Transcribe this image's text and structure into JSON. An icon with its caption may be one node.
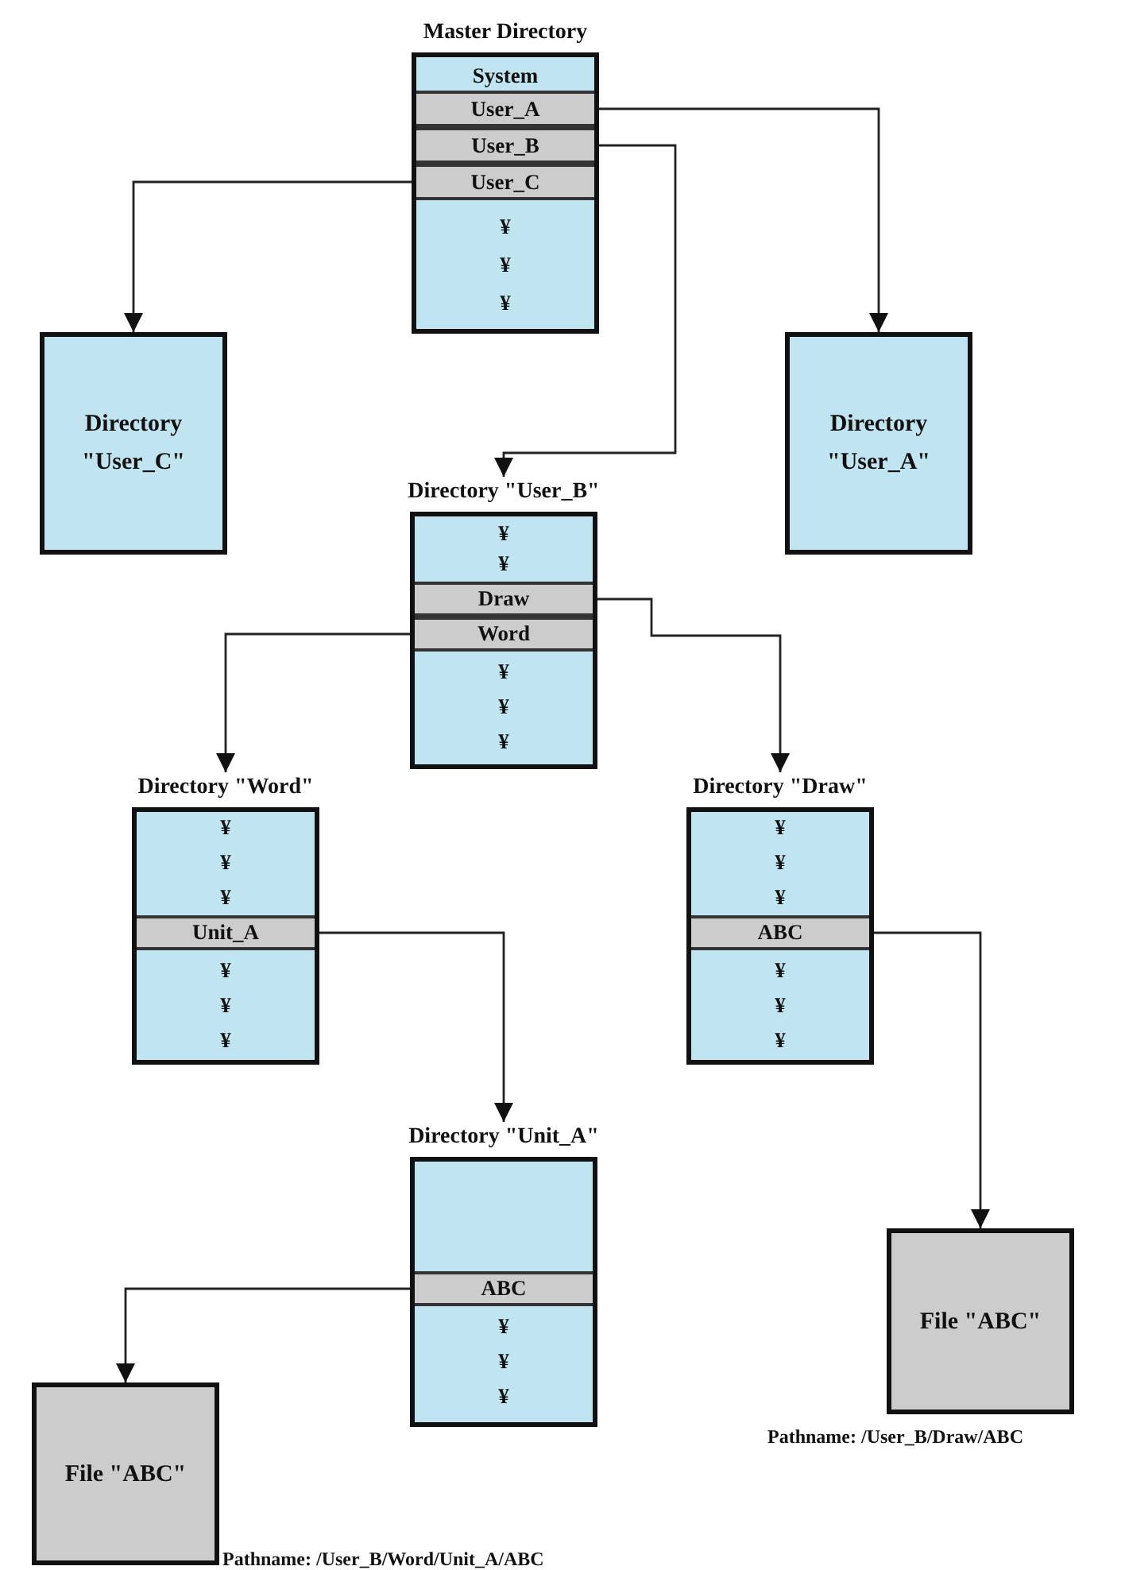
{
  "diagram": {
    "nodes": [
      {
        "text": [
          "Master Directory"
        ]
      },
      {
        "text": [
          "System"
        ],
        "in": 0
      },
      {
        "text": [
          "User_A"
        ],
        "in": 0
      },
      {
        "text": [
          "User_B"
        ],
        "in": 0
      },
      {
        "text": [
          "User_C"
        ],
        "in": 0
      },
      {
        "text": [
          "¥"
        ],
        "in": 0
      },
      {
        "text": [
          "¥"
        ],
        "in": 0
      },
      {
        "text": [
          "¥"
        ],
        "in": 0
      },
      {
        "text": [
          "Directory \"User_C\""
        ]
      },
      {
        "text": [
          "Directory \"User_A\""
        ]
      },
      {
        "text": [
          "Directory \"User_B\""
        ]
      },
      {
        "text": [
          "¥"
        ],
        "in": 10
      },
      {
        "text": [
          "¥"
        ],
        "in": 10
      },
      {
        "text": [
          "Draw"
        ],
        "in": 10
      },
      {
        "text": [
          "Word"
        ],
        "in": 10
      },
      {
        "text": [
          "¥"
        ],
        "in": 10
      },
      {
        "text": [
          "¥"
        ],
        "in": 10
      },
      {
        "text": [
          "¥"
        ],
        "in": 10
      },
      {
        "text": [
          "Directory \"Word\""
        ]
      },
      {
        "text": [
          "¥"
        ],
        "in": 18
      },
      {
        "text": [
          "¥"
        ],
        "in": 18
      },
      {
        "text": [
          "¥"
        ],
        "in": 18
      },
      {
        "text": [
          "Unit_A"
        ],
        "in": 18
      },
      {
        "text": [
          "¥"
        ],
        "in": 18
      },
      {
        "text": [
          "¥"
        ],
        "in": 18
      },
      {
        "text": [
          "¥"
        ],
        "in": 18
      },
      {
        "text": [
          "Directory \"Draw\""
        ]
      },
      {
        "text": [
          "¥"
        ],
        "in": 26
      },
      {
        "text": [
          "¥"
        ],
        "in": 26
      },
      {
        "text": [
          "¥"
        ],
        "in": 26
      },
      {
        "text": [
          "ABC"
        ],
        "in": 26
      },
      {
        "text": [
          "¥"
        ],
        "in": 26
      },
      {
        "text": [
          "¥"
        ],
        "in": 26
      },
      {
        "text": [
          "¥"
        ],
        "in": 26
      },
      {
        "text": [
          "Directory \"Unit_A\""
        ]
      },
      {
        "text": [
          "ABC"
        ],
        "in": 34
      },
      {
        "text": [
          "¥"
        ],
        "in": 34
      },
      {
        "text": [
          "¥"
        ],
        "in": 34
      },
      {
        "text": [
          "¥"
        ],
        "in": 34
      },
      {
        "text": [
          "File \"ABC\""
        ],
        "beside": [
          "Pathname: /User_B/Draw/ABC"
        ]
      },
      {
        "text": [
          "File \"ABC\""
        ],
        "beside": [
          "Pathname: /User_B/Word/Unit_A/ABC"
        ]
      }
    ],
    "edges": [
      {
        "from": 2,
        "to": 9,
        "arrow": "to"
      },
      {
        "from": 3,
        "to": 10,
        "arrow": "to"
      },
      {
        "from": 4,
        "to": 8,
        "arrow": "to"
      },
      {
        "from": 13,
        "to": 26,
        "arrow": "to"
      },
      {
        "from": 14,
        "to": 18,
        "arrow": "to"
      },
      {
        "from": 22,
        "to": 34,
        "arrow": "to"
      },
      {
        "from": 30,
        "to": 39,
        "arrow": "to"
      },
      {
        "from": 35,
        "to": 40,
        "arrow": "to"
      }
    ]
  }
}
